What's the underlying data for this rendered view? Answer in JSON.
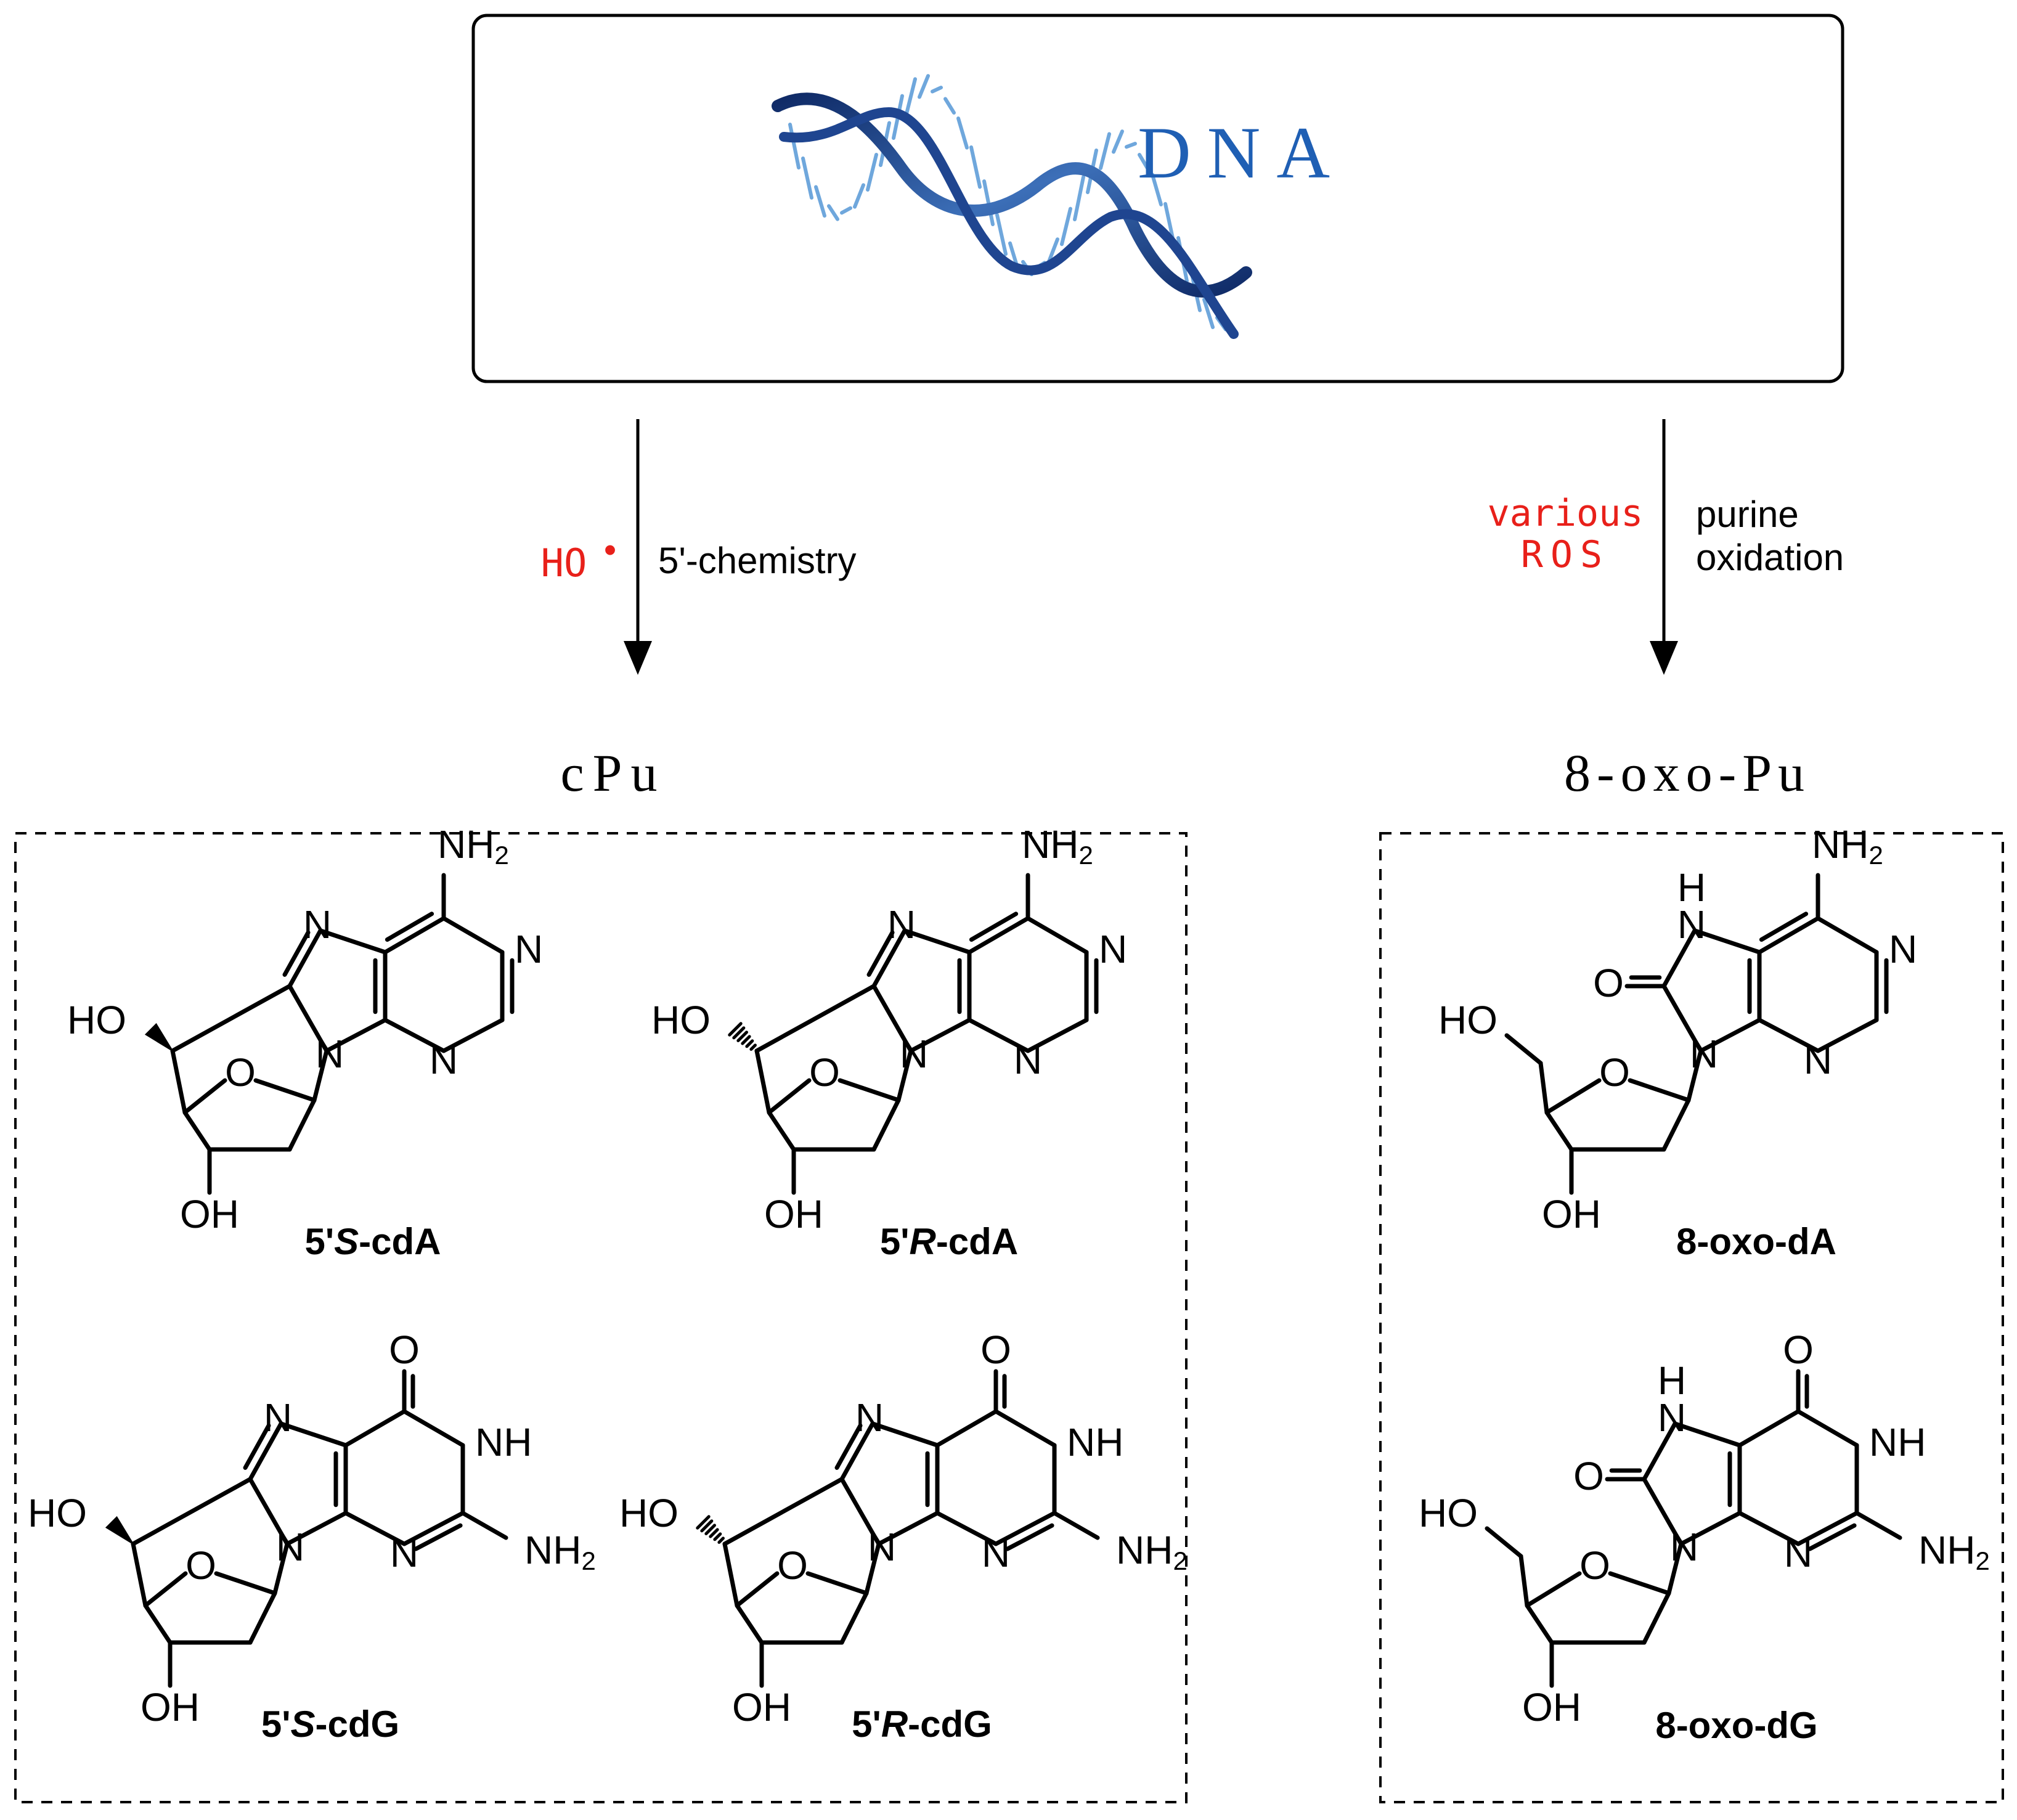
{
  "colors": {
    "dna_label": "#1f5fb4",
    "reagent": "#e8201a",
    "line": "#000000",
    "helix_dark": "#1d3f86",
    "helix_light": "#6fa7dc"
  },
  "top_box": {
    "label": "DNA",
    "image_icon": "dna-double-helix-icon"
  },
  "left_arrow": {
    "reagent_text": "HO",
    "radical_dot": "•",
    "condition": "5'-chemistry"
  },
  "right_arrow": {
    "reagent_line1": "various",
    "reagent_line2": "ROS",
    "condition_line1": "purine",
    "condition_line2": "oxidation"
  },
  "left_group": {
    "title": "cPu",
    "compounds": [
      {
        "prefix": "5'",
        "stereo": "S",
        "suffix": "-cdA"
      },
      {
        "prefix": "5'",
        "stereo": "R",
        "suffix": "-cdA"
      },
      {
        "prefix": "5'",
        "stereo": "S",
        "suffix": "-cdG"
      },
      {
        "prefix": "5'",
        "stereo": "R",
        "suffix": "-cdG"
      }
    ]
  },
  "right_group": {
    "title": "8-oxo-Pu",
    "compounds": [
      {
        "name": "8-oxo-dA"
      },
      {
        "name": "8-oxo-dG"
      }
    ]
  },
  "atom_labels": {
    "amine": "NH",
    "amine_sub": "2",
    "imine_nh": "NH",
    "n": "N",
    "o": "O",
    "h": "H",
    "ho": "HO",
    "oh": "OH"
  }
}
